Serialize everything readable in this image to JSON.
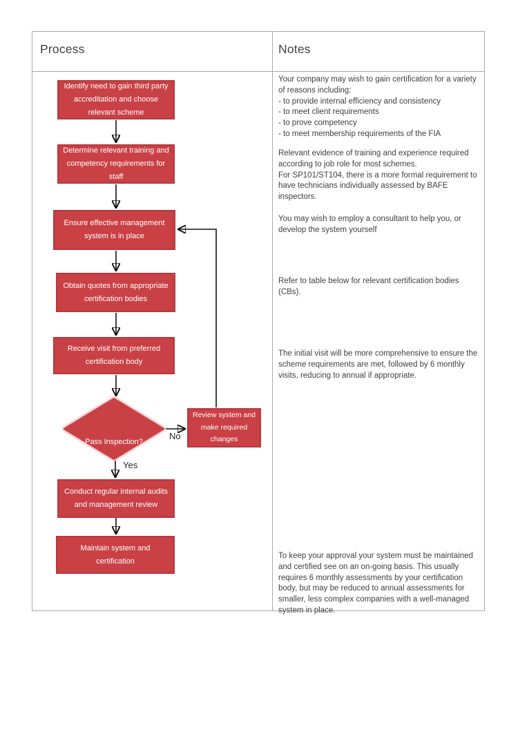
{
  "header": {
    "process": "Process",
    "notes": "Notes"
  },
  "flowchart": {
    "boxes": [
      {
        "id": "identify-need",
        "label": "Identify need to gain third party accreditation and choose relevant scheme"
      },
      {
        "id": "determine-training",
        "label": "Determine relevant training and competency requirements for staff"
      },
      {
        "id": "ensure-management-system",
        "label": "Ensure effective management system is in place"
      },
      {
        "id": "obtain-quotes",
        "label": "Obtain quotes from appropriate certification bodies"
      },
      {
        "id": "receive-visit",
        "label": "Receive visit from preferred certification body"
      },
      {
        "id": "review-system",
        "label": "Review system and make required changes"
      },
      {
        "id": "conduct-audits",
        "label": "Conduct regular internal audits and management review"
      },
      {
        "id": "maintain-system",
        "label": "Maintain system and certification"
      }
    ],
    "decision": {
      "label": "Pass Inspection?",
      "yes": "Yes",
      "no": "No"
    }
  },
  "notes": [
    {
      "text": "Your company may wish to gain certification for a variety of reasons including:\n - to provide internal efficiency and consistency\n - to meet client requirements\n - to prove competency\n - to meet membership requirements of the FIA"
    },
    {
      "text": "Relevant evidence of training and experience required according to job role for most schemes.\nFor SP101/ST104, there is a more formal requirement to have technicians individually assessed by BAFE inspectors."
    },
    {
      "text": "You may wish to employ a consultant to help you, or develop the system yourself"
    },
    {
      "text": "Refer to table below for relevant certification bodies (CBs)."
    },
    {
      "text": "The initial visit will be more comprehensive to ensure the scheme requirements are met, followed by 6 monthly visits, reducing to annual if appropriate."
    },
    {
      "text": "To keep your approval your system must be maintained and certified see on an on-going basis.  This usually requires 6 monthly assessments by your certification body, but may be reduced to annual assessments for smaller, less complex companies with a well-managed system in place."
    }
  ],
  "colors": {
    "box_fill": "#C94045",
    "box_border": "#B23B40",
    "table_border": "#A9A9A9",
    "text": "#404040",
    "box_text": "#FFFFFF"
  }
}
